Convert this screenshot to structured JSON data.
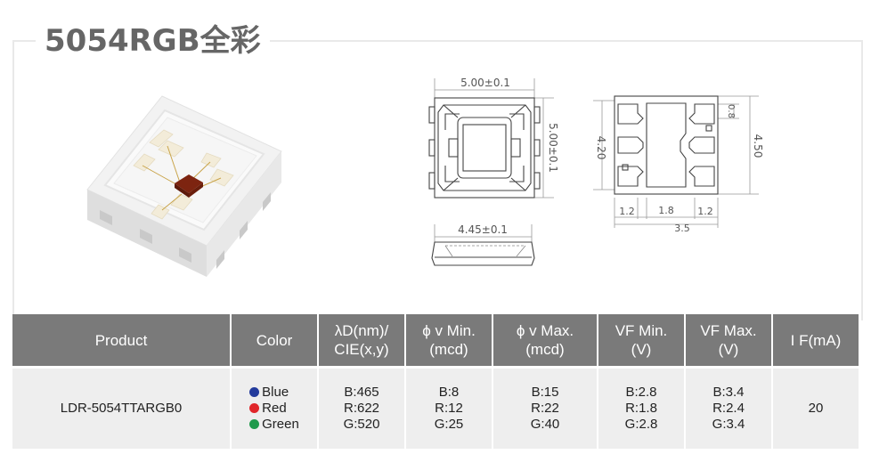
{
  "title": "5054RGB全彩",
  "dimensions": {
    "top_width": "5.00±0.1",
    "top_height": "5.00±0.1",
    "side_width": "4.45±0.1",
    "pad_total_height": "4.20",
    "pad_small": "0.8",
    "body_height": "4.50",
    "pad_left": "1.2",
    "pad_mid": "1.8",
    "pad_right": "1.2",
    "total_width": "3.5"
  },
  "table": {
    "headers": {
      "product": "Product",
      "color": "Color",
      "wavelength": [
        "λD(nm)/",
        "CIE(x,y)"
      ],
      "iv_min": [
        "ϕ v Min.",
        "(mcd)"
      ],
      "iv_max": [
        "ϕ v Max.",
        "(mcd)"
      ],
      "vf_min": [
        "VF Min.",
        "(V)"
      ],
      "vf_max": [
        "VF Max.",
        "(V)"
      ],
      "if": "I F(mA)"
    },
    "row": {
      "product": "LDR-5054TTARGB0",
      "colors": [
        {
          "name": "Blue",
          "dot": "#233b9c"
        },
        {
          "name": "Red",
          "dot": "#e0262a"
        },
        {
          "name": "Green",
          "dot": "#1f9a4c"
        }
      ],
      "wavelength": [
        "B:465",
        "R:622",
        "G:520"
      ],
      "iv_min": [
        "B:8",
        "R:12",
        "G:25"
      ],
      "iv_max": [
        "B:15",
        "R:22",
        "G:40"
      ],
      "vf_min": [
        "B:2.8",
        "R:1.8",
        "G:2.8"
      ],
      "vf_max": [
        "B:3.4",
        "R:2.4",
        "G:3.4"
      ],
      "if": "20"
    }
  },
  "colors": {
    "header_bg": "#7a7a7a",
    "cell_bg": "#eeeeee",
    "frame": "#e9e9e9",
    "chip": "#8a2b15"
  }
}
